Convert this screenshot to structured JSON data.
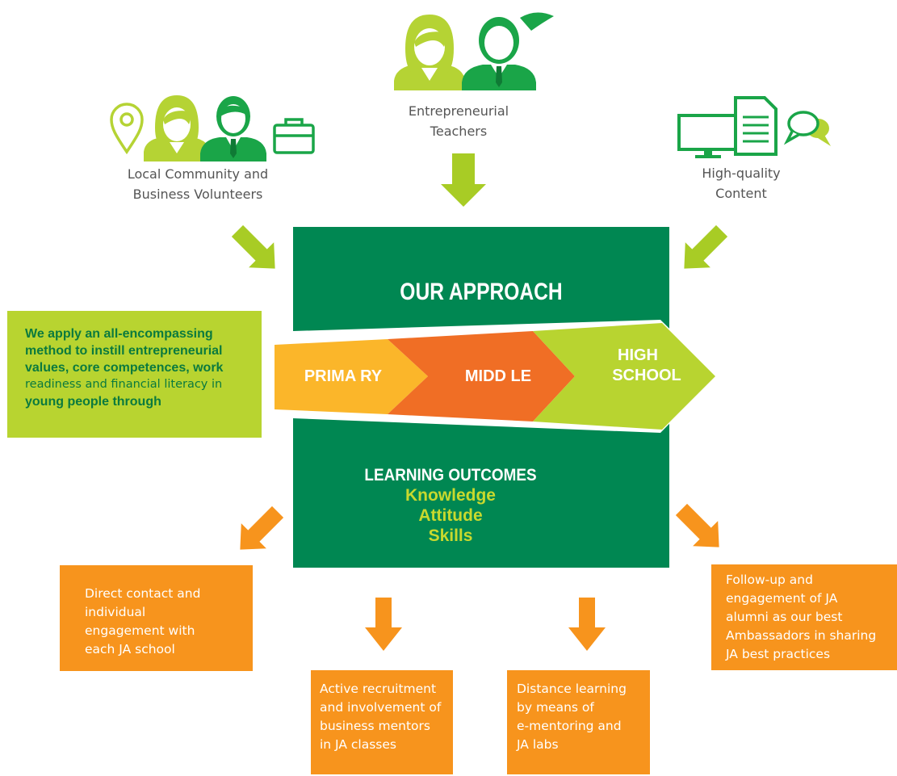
{
  "sources": {
    "volunteers": {
      "lines": [
        "Local Community and",
        "Business Volunteers"
      ]
    },
    "teachers": {
      "lines": [
        "Entrepreneurial",
        "Teachers"
      ]
    },
    "content": {
      "lines": [
        "High-quality",
        "Content"
      ]
    }
  },
  "approach": {
    "title": "OUR APPROACH",
    "stages": [
      "PRIMA RY",
      "MIDD LE",
      "HIGH",
      "SCHOOL"
    ],
    "outcomes_title": "LEARNING OUTCOMES",
    "outcomes": [
      "Knowledge",
      "Attitude",
      "Skills"
    ]
  },
  "intro": {
    "bold_lines": [
      "We apply an all-encompassing",
      "method to instill entrepreneurial",
      "values, core competences, work"
    ],
    "regular_lines": [
      "readiness and financial literacy in"
    ],
    "bold_end": "young people through"
  },
  "outputs": {
    "direct_contact": [
      "Direct contact and",
      "individual",
      "engagement with",
      "each JA school"
    ],
    "recruitment": [
      "Active recruitment",
      "and involvement of",
      "business mentors",
      "in JA classes"
    ],
    "distance": [
      "Distance learning",
      "by means of",
      "e-mentoring and",
      "JA labs"
    ],
    "followup": [
      "Follow-up and",
      "engagement of JA",
      "alumni as our best",
      "Ambassadors in sharing",
      "JA best practices"
    ]
  },
  "colors": {
    "dark_green": "#008752",
    "lime": "#b8d430",
    "yellow": "#fbb62a",
    "orange_chevron": "#f06e25",
    "light_green": "#b8d430",
    "orange_box": "#f7941d",
    "icon_lime": "#b5d334",
    "icon_green": "#1aa548"
  },
  "icons": [
    "person-female-icon",
    "person-male-icon",
    "location-pin-icon",
    "briefcase-icon",
    "monitor-icon",
    "document-icon",
    "speech-bubbles-icon"
  ]
}
